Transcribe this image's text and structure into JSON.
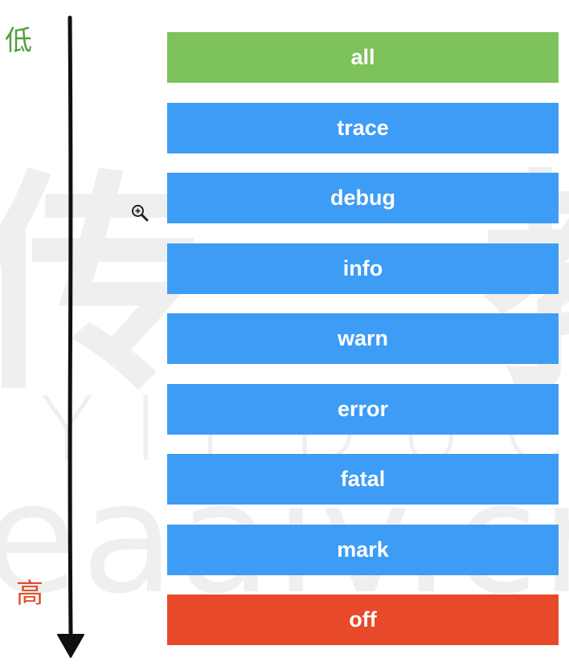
{
  "labels": {
    "low": "低",
    "high": "高"
  },
  "watermark": {
    "chinese": "传一教育",
    "latin_1": "YIEDUCATION",
    "latin_2": "eaaiv.cn"
  },
  "colors": {
    "all": "#7dc25a",
    "default": "#3d9cf5",
    "off": "#e8492a",
    "arrow": "#111111"
  },
  "levels": [
    {
      "label": "all",
      "kind": "all"
    },
    {
      "label": "trace",
      "kind": "default"
    },
    {
      "label": "debug",
      "kind": "default"
    },
    {
      "label": "info",
      "kind": "default"
    },
    {
      "label": "warn",
      "kind": "default"
    },
    {
      "label": "error",
      "kind": "default"
    },
    {
      "label": "fatal",
      "kind": "default"
    },
    {
      "label": "mark",
      "kind": "default"
    },
    {
      "label": "off",
      "kind": "off"
    }
  ],
  "icons": {
    "cursor": "zoom-in-icon"
  }
}
